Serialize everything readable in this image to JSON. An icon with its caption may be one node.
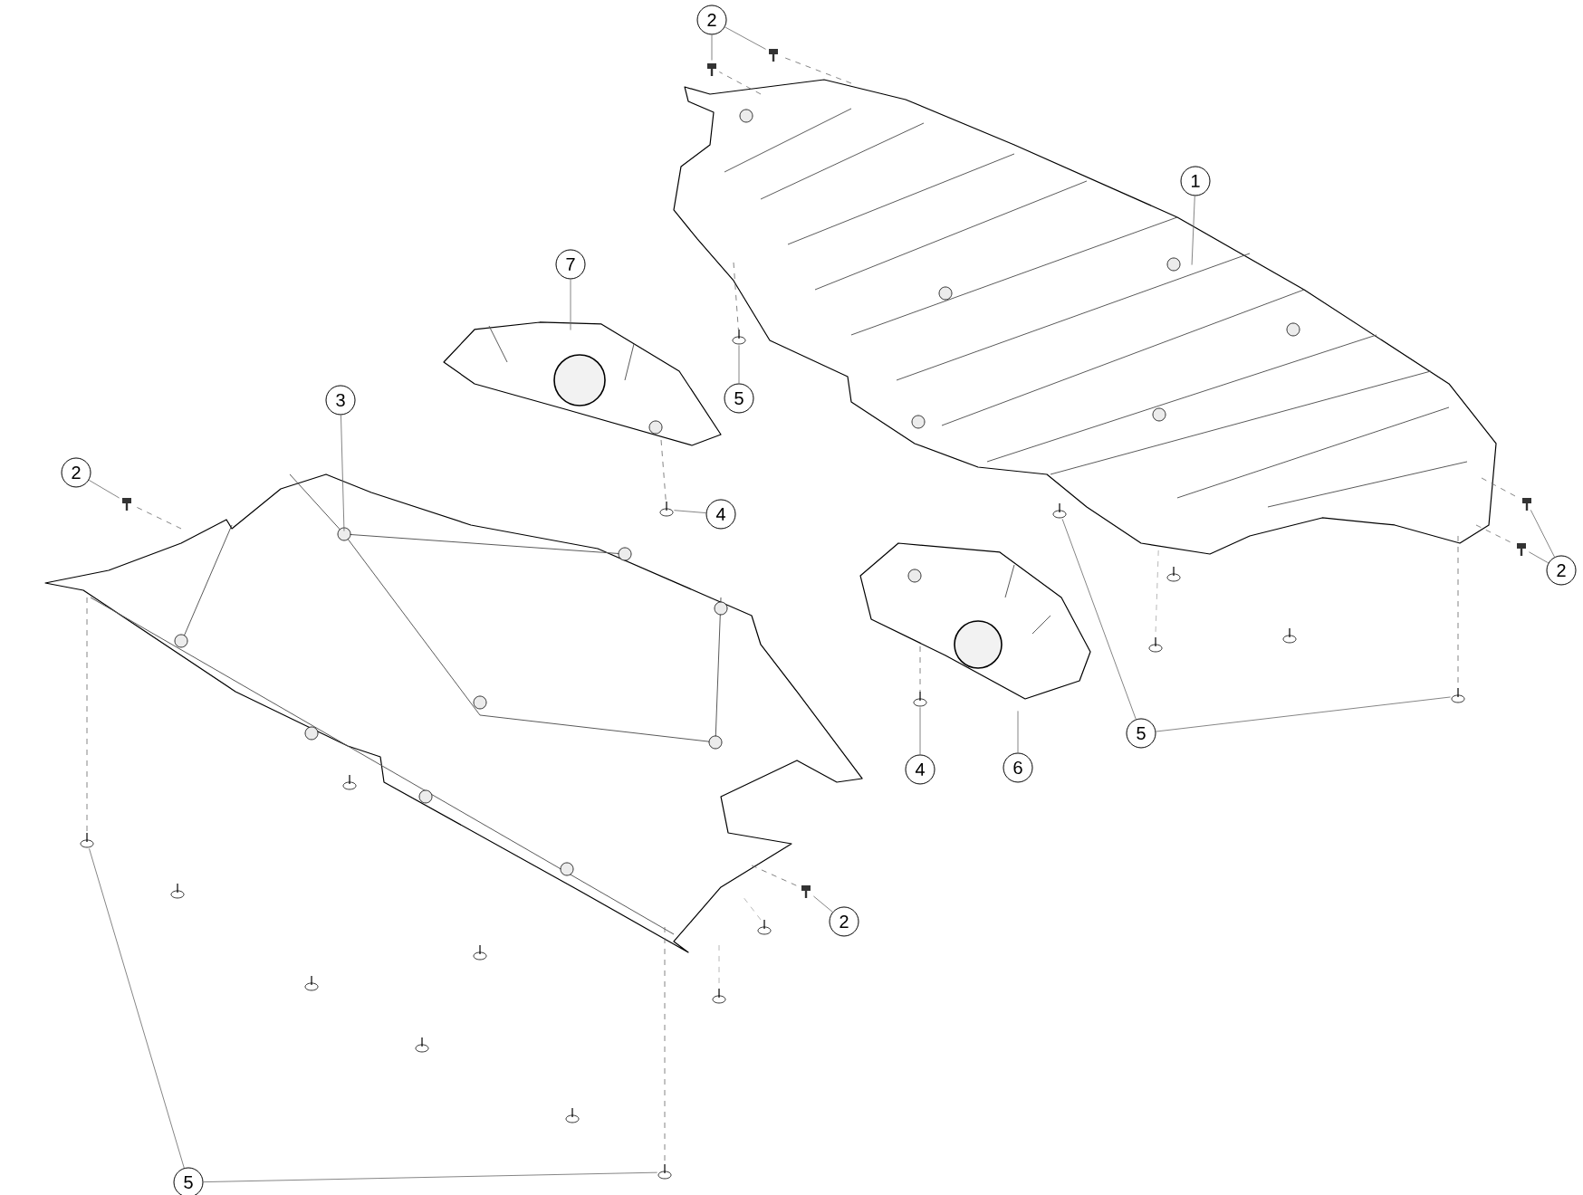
{
  "diagram": {
    "nodes": [
      {
        "text": [
          "2"
        ]
      },
      {
        "text": [
          "1"
        ]
      },
      {
        "text": [
          "7"
        ]
      },
      {
        "text": [
          "5"
        ]
      },
      {
        "text": [
          "3"
        ]
      },
      {
        "text": [
          "2"
        ]
      },
      {
        "text": [
          "4"
        ]
      },
      {
        "text": [
          "2"
        ]
      },
      {
        "text": [
          "5"
        ]
      },
      {
        "text": [
          "4"
        ]
      },
      {
        "text": [
          "6"
        ]
      },
      {
        "text": [
          "2"
        ]
      },
      {
        "text": [
          "5"
        ]
      },
      {
        "text": [],
        "shape": "picture"
      },
      {
        "text": [],
        "shape": "picture"
      },
      {
        "text": [],
        "shape": "picture"
      },
      {
        "text": [],
        "shape": "picture"
      },
      {
        "text": [],
        "shape": "picture"
      },
      {
        "text": [],
        "shape": "picture"
      },
      {
        "text": [],
        "shape": "circle"
      },
      {
        "text": [],
        "shape": "picture"
      },
      {
        "text": [],
        "shape": "picture"
      },
      {
        "text": [],
        "shape": "circle"
      },
      {
        "text": [],
        "shape": "circle"
      },
      {
        "text": [],
        "shape": "picture"
      },
      {
        "text": [],
        "shape": "circle"
      },
      {
        "text": [],
        "shape": "circle"
      },
      {
        "text": [],
        "shape": "circle"
      },
      {
        "text": [],
        "shape": "picture"
      },
      {
        "text": [],
        "shape": "circle"
      }
    ],
    "edges": [
      {
        "from": 0,
        "to": 17,
        "arrow": "none"
      },
      {
        "from": 0,
        "to": 18,
        "arrow": "none"
      },
      {
        "from": 1,
        "to": 13,
        "arrow": "none"
      },
      {
        "from": 2,
        "to": 15,
        "arrow": "none"
      },
      {
        "from": 3,
        "to": 19,
        "arrow": "none"
      },
      {
        "from": 4,
        "to": 14,
        "arrow": "none"
      },
      {
        "from": 5,
        "to": 20,
        "arrow": "none"
      },
      {
        "from": 6,
        "to": 22,
        "arrow": "none"
      },
      {
        "from": 7,
        "to": 21,
        "arrow": "none"
      },
      {
        "from": 7,
        "to": 24,
        "arrow": "none"
      },
      {
        "from": 8,
        "to": 23,
        "arrow": "none"
      },
      {
        "from": 8,
        "to": 25,
        "arrow": "none"
      },
      {
        "from": 9,
        "to": 26,
        "arrow": "none"
      },
      {
        "from": 10,
        "to": 16,
        "arrow": "none"
      },
      {
        "from": 11,
        "to": 28,
        "arrow": "none"
      },
      {
        "from": 12,
        "to": 27,
        "arrow": "none"
      },
      {
        "from": 12,
        "to": 29,
        "arrow": "none"
      },
      {
        "from": 13,
        "to": 17,
        "arrow": "none",
        "style": "dashed"
      },
      {
        "from": 13,
        "to": 18,
        "arrow": "none",
        "style": "dashed"
      },
      {
        "from": 13,
        "to": 19,
        "arrow": "none",
        "style": "dashed"
      },
      {
        "from": 13,
        "to": 21,
        "arrow": "none",
        "style": "dashed"
      },
      {
        "from": 13,
        "to": 24,
        "arrow": "none",
        "style": "dashed"
      },
      {
        "from": 13,
        "to": 25,
        "arrow": "none",
        "style": "dashed"
      },
      {
        "from": 14,
        "to": 20,
        "arrow": "none",
        "style": "dashed"
      },
      {
        "from": 14,
        "to": 27,
        "arrow": "none",
        "style": "dashed"
      },
      {
        "from": 14,
        "to": 28,
        "arrow": "none",
        "style": "dashed"
      },
      {
        "from": 14,
        "to": 29,
        "arrow": "none",
        "style": "dashed"
      },
      {
        "from": 15,
        "to": 22,
        "arrow": "none",
        "style": "dashed"
      },
      {
        "from": 16,
        "to": 26,
        "arrow": "none",
        "style": "dashed"
      }
    ]
  }
}
